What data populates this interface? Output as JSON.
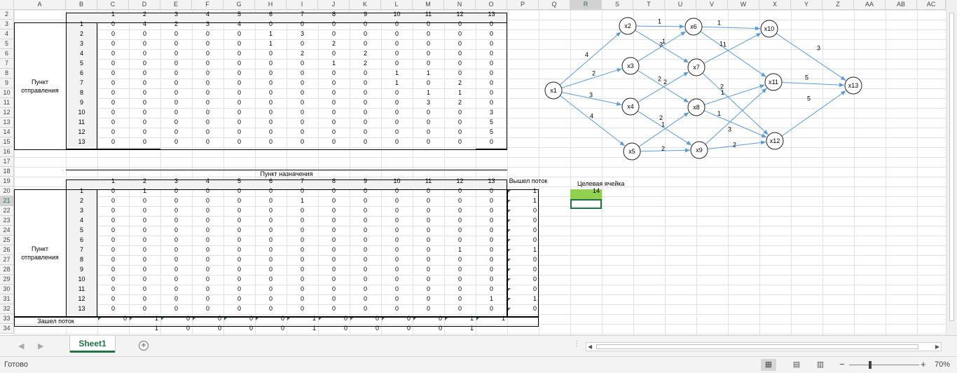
{
  "columns": [
    "A",
    "B",
    "C",
    "D",
    "E",
    "F",
    "G",
    "H",
    "I",
    "J",
    "K",
    "L",
    "M",
    "N",
    "O",
    "P",
    "Q",
    "R",
    "S",
    "T",
    "U",
    "V",
    "W",
    "X",
    "Y",
    "Z",
    "AA",
    "AB",
    "AC"
  ],
  "rows": [
    "2",
    "3",
    "4",
    "5",
    "6",
    "7",
    "8",
    "9",
    "10",
    "11",
    "12",
    "13",
    "14",
    "15",
    "16",
    "17",
    "18",
    "19",
    "20",
    "21",
    "22",
    "23",
    "24",
    "25",
    "26",
    "27",
    "28",
    "29",
    "30",
    "31",
    "32",
    "33",
    "34"
  ],
  "table1": {
    "header": [
      "1",
      "2",
      "3",
      "4",
      "5",
      "6",
      "7",
      "8",
      "9",
      "10",
      "11",
      "12",
      "13"
    ],
    "row_labels": [
      "1",
      "2",
      "3",
      "4",
      "5",
      "6",
      "7",
      "8",
      "9",
      "10",
      "11",
      "12",
      "13"
    ],
    "side_label": "Пункт отправления",
    "values": [
      [
        "0",
        "4",
        "2",
        "3",
        "4",
        "0",
        "0",
        "0",
        "0",
        "0",
        "0",
        "0",
        "0"
      ],
      [
        "0",
        "0",
        "0",
        "0",
        "0",
        "1",
        "3",
        "0",
        "0",
        "0",
        "0",
        "0",
        "0"
      ],
      [
        "0",
        "0",
        "0",
        "0",
        "0",
        "1",
        "0",
        "2",
        "0",
        "0",
        "0",
        "0",
        "0"
      ],
      [
        "0",
        "0",
        "0",
        "0",
        "0",
        "0",
        "2",
        "0",
        "2",
        "0",
        "0",
        "0",
        "0"
      ],
      [
        "0",
        "0",
        "0",
        "0",
        "0",
        "0",
        "0",
        "1",
        "2",
        "0",
        "0",
        "0",
        "0"
      ],
      [
        "0",
        "0",
        "0",
        "0",
        "0",
        "0",
        "0",
        "0",
        "0",
        "1",
        "1",
        "0",
        "0"
      ],
      [
        "0",
        "0",
        "0",
        "0",
        "0",
        "0",
        "0",
        "0",
        "0",
        "1",
        "0",
        "2",
        "0"
      ],
      [
        "0",
        "0",
        "0",
        "0",
        "0",
        "0",
        "0",
        "0",
        "0",
        "0",
        "1",
        "1",
        "0"
      ],
      [
        "0",
        "0",
        "0",
        "0",
        "0",
        "0",
        "0",
        "0",
        "0",
        "0",
        "3",
        "2",
        "0"
      ],
      [
        "0",
        "0",
        "0",
        "0",
        "0",
        "0",
        "0",
        "0",
        "0",
        "0",
        "0",
        "0",
        "3"
      ],
      [
        "0",
        "0",
        "0",
        "0",
        "0",
        "0",
        "0",
        "0",
        "0",
        "0",
        "0",
        "0",
        "5"
      ],
      [
        "0",
        "0",
        "0",
        "0",
        "0",
        "0",
        "0",
        "0",
        "0",
        "0",
        "0",
        "0",
        "5"
      ],
      [
        "0",
        "0",
        "0",
        "0",
        "0",
        "0",
        "0",
        "0",
        "0",
        "0",
        "0",
        "0",
        "0"
      ]
    ]
  },
  "table2": {
    "title": "Пункт назначения",
    "header": [
      "1",
      "2",
      "3",
      "4",
      "5",
      "6",
      "7",
      "8",
      "9",
      "10",
      "11",
      "12",
      "13"
    ],
    "row_labels": [
      "1",
      "2",
      "3",
      "4",
      "5",
      "6",
      "7",
      "8",
      "9",
      "10",
      "11",
      "12",
      "13"
    ],
    "side_label": "Пункт отправления",
    "outflow_header": "Вышел поток",
    "target_header": "Целевая ячейка",
    "target_value": "14",
    "values": [
      [
        "0",
        "1",
        "0",
        "0",
        "0",
        "0",
        "0",
        "0",
        "0",
        "0",
        "0",
        "0",
        "0"
      ],
      [
        "0",
        "0",
        "0",
        "0",
        "0",
        "0",
        "1",
        "0",
        "0",
        "0",
        "0",
        "0",
        "0"
      ],
      [
        "0",
        "0",
        "0",
        "0",
        "0",
        "0",
        "0",
        "0",
        "0",
        "0",
        "0",
        "0",
        "0"
      ],
      [
        "0",
        "0",
        "0",
        "0",
        "0",
        "0",
        "0",
        "0",
        "0",
        "0",
        "0",
        "0",
        "0"
      ],
      [
        "0",
        "0",
        "0",
        "0",
        "0",
        "0",
        "0",
        "0",
        "0",
        "0",
        "0",
        "0",
        "0"
      ],
      [
        "0",
        "0",
        "0",
        "0",
        "0",
        "0",
        "0",
        "0",
        "0",
        "0",
        "0",
        "0",
        "0"
      ],
      [
        "0",
        "0",
        "0",
        "0",
        "0",
        "0",
        "0",
        "0",
        "0",
        "0",
        "0",
        "1",
        "0"
      ],
      [
        "0",
        "0",
        "0",
        "0",
        "0",
        "0",
        "0",
        "0",
        "0",
        "0",
        "0",
        "0",
        "0"
      ],
      [
        "0",
        "0",
        "0",
        "0",
        "0",
        "0",
        "0",
        "0",
        "0",
        "0",
        "0",
        "0",
        "0"
      ],
      [
        "0",
        "0",
        "0",
        "0",
        "0",
        "0",
        "0",
        "0",
        "0",
        "0",
        "0",
        "0",
        "0"
      ],
      [
        "0",
        "0",
        "0",
        "0",
        "0",
        "0",
        "0",
        "0",
        "0",
        "0",
        "0",
        "0",
        "0"
      ],
      [
        "0",
        "0",
        "0",
        "0",
        "0",
        "0",
        "0",
        "0",
        "0",
        "0",
        "0",
        "0",
        "1"
      ],
      [
        "0",
        "0",
        "0",
        "0",
        "0",
        "0",
        "0",
        "0",
        "0",
        "0",
        "0",
        "0",
        "0"
      ]
    ],
    "outflow": [
      "1",
      "1",
      "0",
      "0",
      "0",
      "0",
      "1",
      "0",
      "0",
      "0",
      "0",
      "1",
      "0"
    ],
    "inflow_label": "Зашел поток",
    "inflow": [
      "0",
      "1",
      "0",
      "0",
      "0",
      "0",
      "1",
      "0",
      "0",
      "0",
      "0",
      "1",
      "1"
    ],
    "row34": [
      "",
      "1",
      "0",
      "0",
      "0",
      "0",
      "1",
      "0",
      "0",
      "0",
      "0",
      "1",
      ""
    ]
  },
  "graph": {
    "nodes": [
      {
        "id": "x1",
        "label": "x1"
      },
      {
        "id": "x2",
        "label": "x2"
      },
      {
        "id": "x3",
        "label": "x3"
      },
      {
        "id": "x4",
        "label": "x4"
      },
      {
        "id": "x5",
        "label": "x5"
      },
      {
        "id": "x6",
        "label": "x6"
      },
      {
        "id": "x7",
        "label": "x7"
      },
      {
        "id": "x8",
        "label": "x8"
      },
      {
        "id": "x9",
        "label": "x9"
      },
      {
        "id": "x10",
        "label": "x10"
      },
      {
        "id": "x11",
        "label": "x11"
      },
      {
        "id": "x12",
        "label": "x12"
      },
      {
        "id": "x13",
        "label": "x13"
      }
    ],
    "edges": [
      {
        "from": "x1",
        "to": "x2",
        "w": "4"
      },
      {
        "from": "x1",
        "to": "x3",
        "w": "2"
      },
      {
        "from": "x1",
        "to": "x4",
        "w": "3"
      },
      {
        "from": "x1",
        "to": "x5",
        "w": "4"
      },
      {
        "from": "x2",
        "to": "x6",
        "w": "1"
      },
      {
        "from": "x2",
        "to": "x7",
        "w": "3"
      },
      {
        "from": "x3",
        "to": "x6",
        "w": "1"
      },
      {
        "from": "x3",
        "to": "x8",
        "w": "2"
      },
      {
        "from": "x4",
        "to": "x7",
        "w": "2"
      },
      {
        "from": "x4",
        "to": "x9",
        "w": "2"
      },
      {
        "from": "x5",
        "to": "x8",
        "w": "1"
      },
      {
        "from": "x5",
        "to": "x9",
        "w": "2"
      },
      {
        "from": "x6",
        "to": "x10",
        "w": "1"
      },
      {
        "from": "x6",
        "to": "x11",
        "w": "1"
      },
      {
        "from": "x7",
        "to": "x10",
        "w": "1"
      },
      {
        "from": "x7",
        "to": "x12",
        "w": "2"
      },
      {
        "from": "x8",
        "to": "x11",
        "w": "1"
      },
      {
        "from": "x8",
        "to": "x12",
        "w": "1"
      },
      {
        "from": "x9",
        "to": "x11",
        "w": "3"
      },
      {
        "from": "x9",
        "to": "x12",
        "w": "2"
      },
      {
        "from": "x10",
        "to": "x13",
        "w": "3"
      },
      {
        "from": "x11",
        "to": "x13",
        "w": "5"
      },
      {
        "from": "x12",
        "to": "x13",
        "w": "5"
      }
    ],
    "colors": {
      "edge": "#5b9bd5",
      "node_stroke": "#222222"
    }
  },
  "sheet_tab": "Sheet1",
  "status_text": "Готово",
  "zoom": "70%",
  "colors": {
    "target_fill": "#92d050",
    "accent": "#217346"
  }
}
